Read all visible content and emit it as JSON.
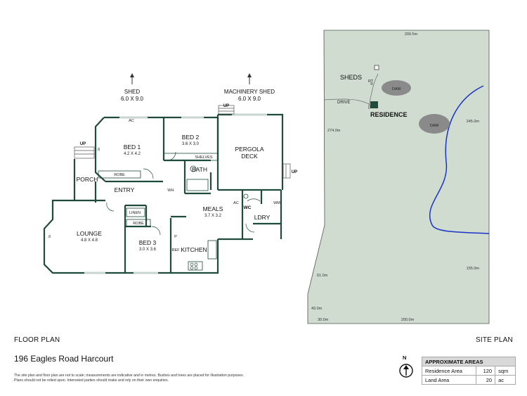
{
  "floor_plan": {
    "outbuildings": [
      {
        "name": "SHED",
        "dims": "6.0 X 9.0"
      },
      {
        "name": "MACHINERY SHED",
        "dims": "6.0 X 9.0"
      }
    ],
    "rooms": {
      "bed1": {
        "name": "BED 1",
        "dims": "4.2 X 4.2"
      },
      "bed2": {
        "name": "BED 2",
        "dims": "3.6 X 3.0"
      },
      "pergola": {
        "name": "PERGOLA",
        "sub": "DECK"
      },
      "bath": {
        "name": "BATH"
      },
      "porch": {
        "name": "PORCH"
      },
      "entry": {
        "name": "ENTRY"
      },
      "meals": {
        "name": "MEALS",
        "dims": "3.7 X 3.2"
      },
      "lounge": {
        "name": "LOUNGE",
        "dims": "4.8 X 4.8"
      },
      "bed3": {
        "name": "BED 3",
        "dims": "3.0 X 3.6"
      },
      "kitchen": {
        "name": "KITCHEN"
      },
      "ldry": {
        "name": "LDRY"
      },
      "wc": {
        "name": "WC"
      }
    },
    "fixtures": {
      "ac1": "AC",
      "ac2": "AC",
      "robe1": "ROBE",
      "robe2": "ROBE",
      "shelves": "SHELVES",
      "linen": "LINEN",
      "wh": "WH",
      "wm": "WM",
      "p": "P",
      "ref": "REF"
    },
    "labels": {
      "up": "UP",
      "step": ".6"
    }
  },
  "site_plan": {
    "dims": {
      "top": "200.5m",
      "right_upper": "245.0m",
      "left_upper": "274.0m",
      "right_lower": "155.0m",
      "left_lower": "61.0m",
      "bottom_left": "43.0m",
      "bottom_small": "30.0m",
      "bottom": "200.0m"
    },
    "labels": {
      "sheds": "SHEDS",
      "rt": "RT",
      "drive": "DRIVE",
      "residence": "RESIDENCE",
      "dam1": "DAM",
      "dam2": "DAM"
    }
  },
  "captions": {
    "floor_plan": "FLOOR PLAN",
    "site_plan": "SITE PLAN"
  },
  "address": "196 Eagles Road Harcourt",
  "disclaimer": [
    "The site plan and floor plan are not to scale; measurements are indicative and in metres. Bushes and trees are placed for illustration purposes.",
    "Plans should not be relied upon. Interested parties should make and rely on their own enquiries."
  ],
  "compass": {
    "letter": "N"
  },
  "areas": {
    "title": "APPROXIMATE AREAS",
    "rows": [
      {
        "label": "Residence Area",
        "value": "120",
        "unit": "sqm"
      },
      {
        "label": "Land Area",
        "value": "20",
        "unit": "ac"
      }
    ]
  },
  "colors": {
    "wall": "#1f4a3c",
    "site_fill": "#cfdccf",
    "boundary": "#555555",
    "creek": "#1a33c9",
    "dam": "#8a8a8a"
  }
}
